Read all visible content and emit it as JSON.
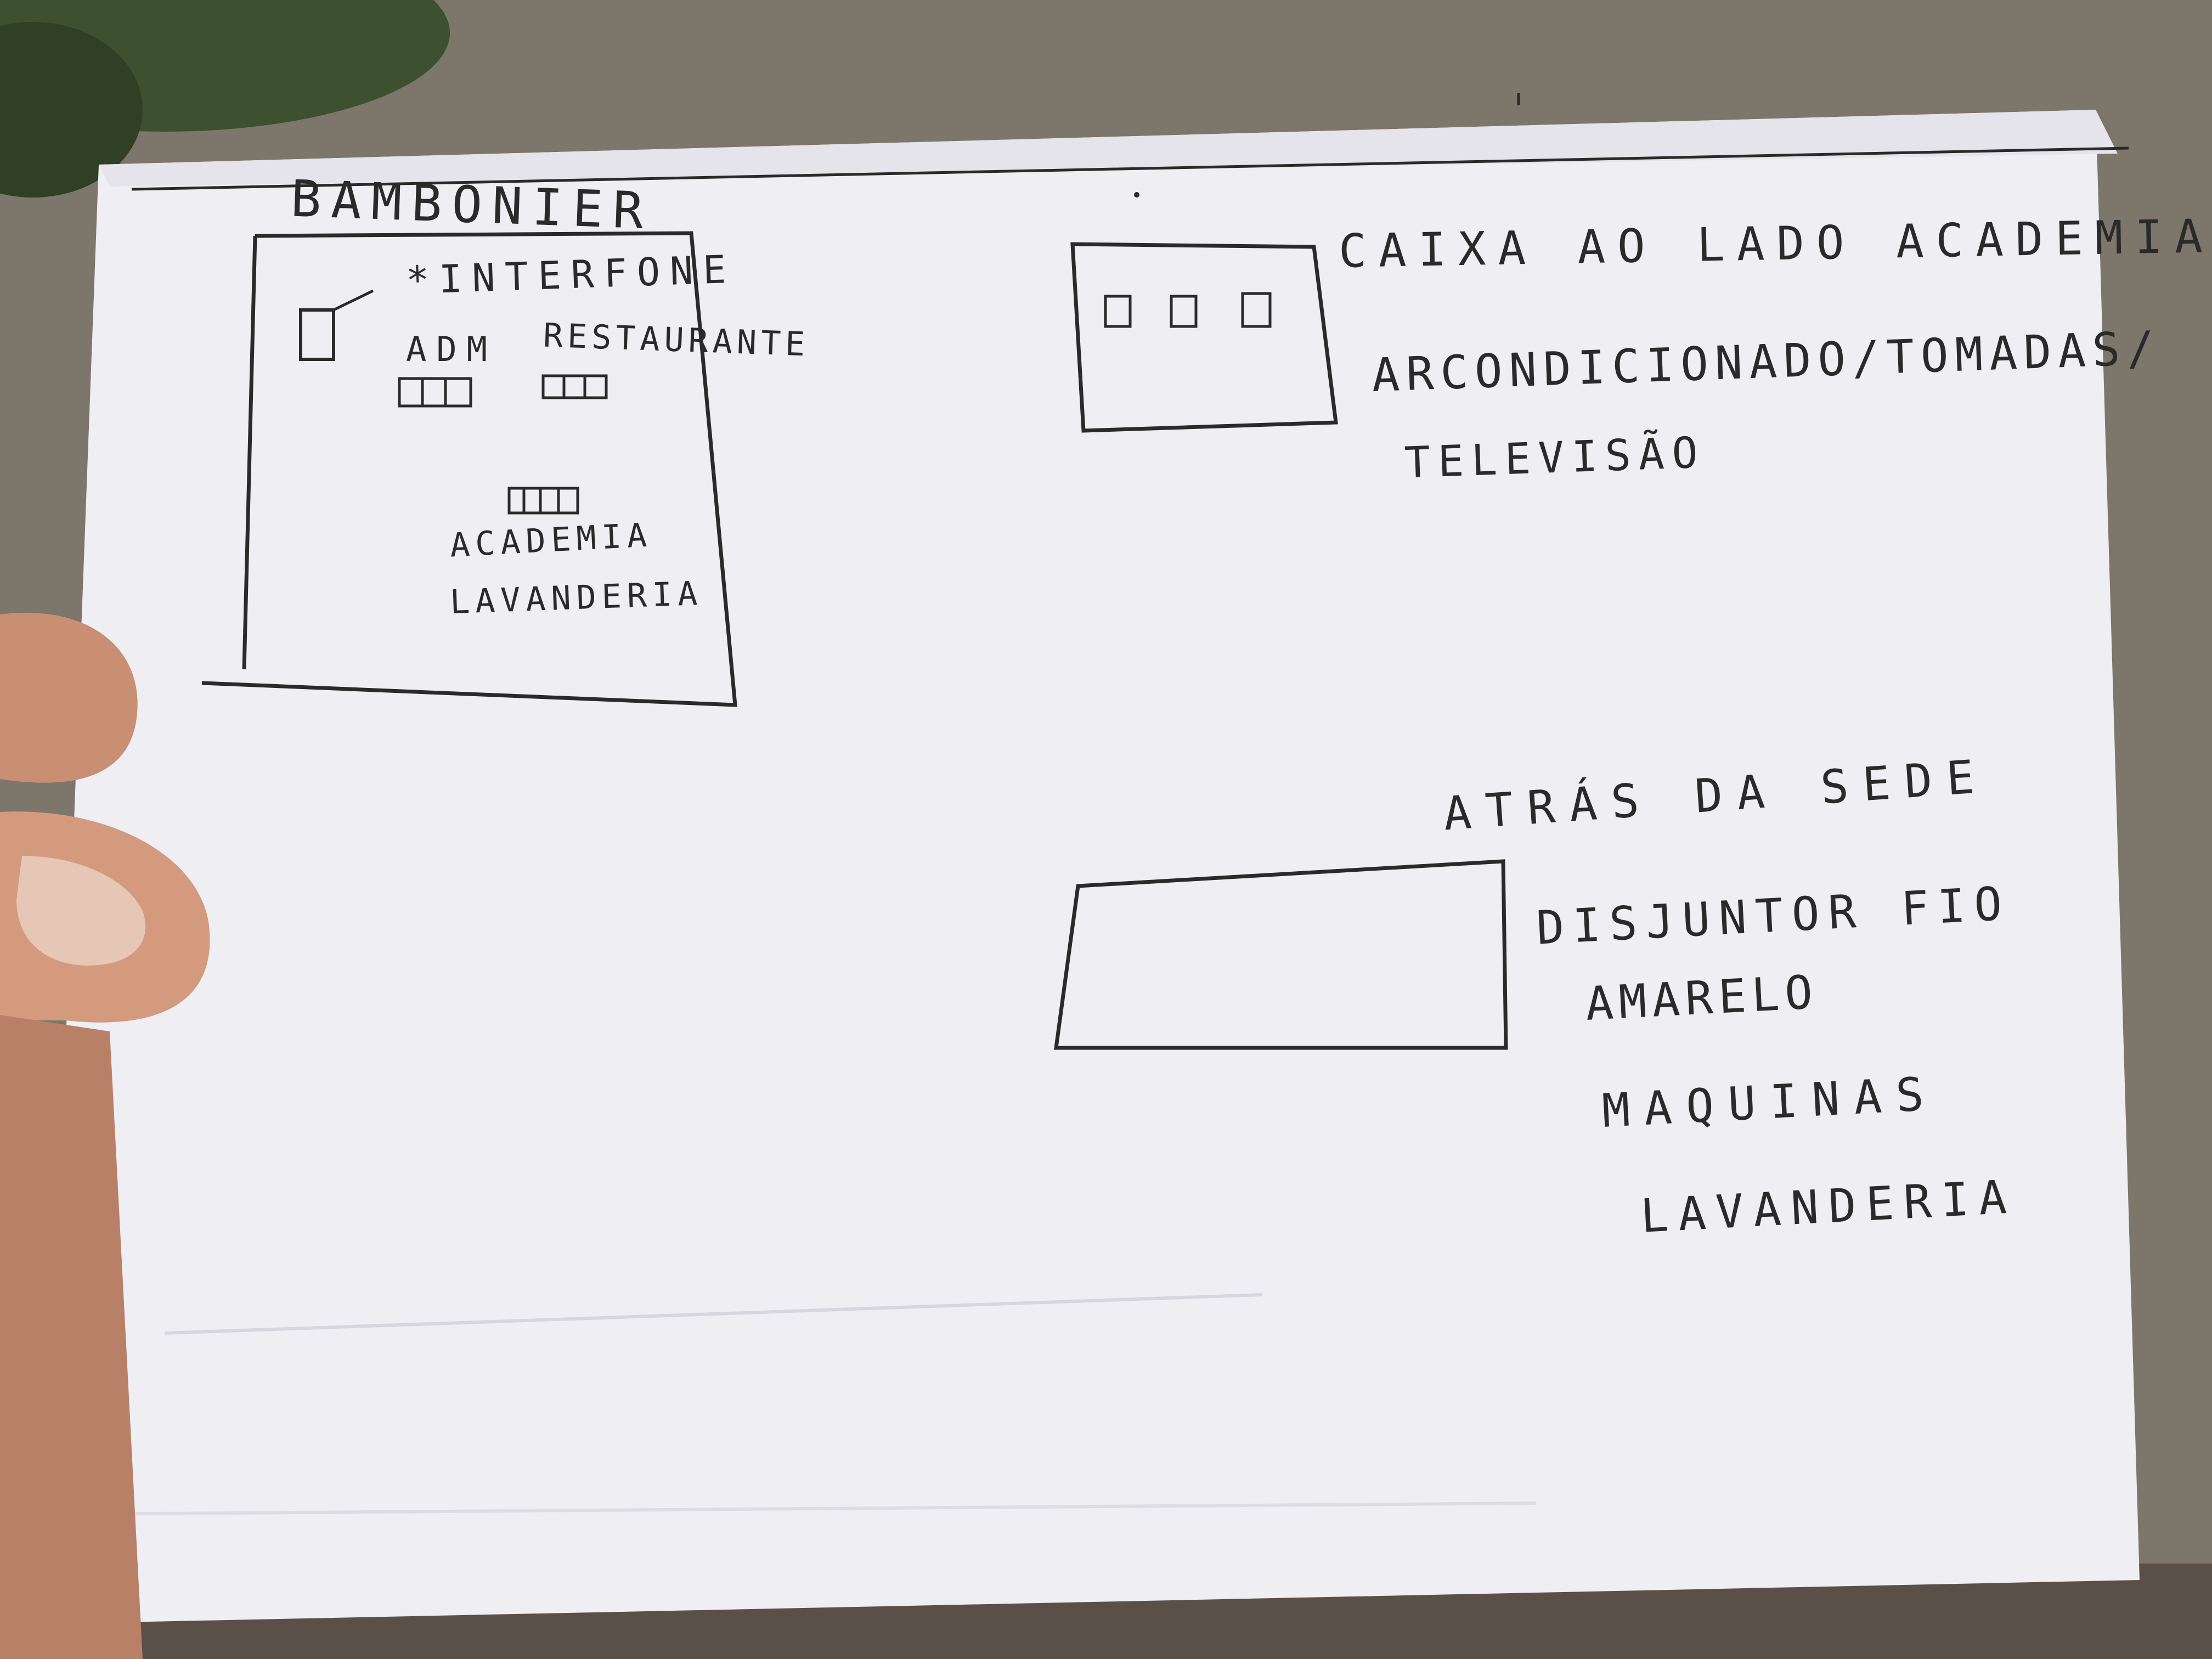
{
  "sketch": {
    "title": "Bambonier",
    "left_sketch": {
      "interfone_label": "*interfone",
      "adm_label": "ADM",
      "restaurante_label": "Restaurante",
      "academia_label": "Academia",
      "lavanderia_label": "Lavanderia"
    },
    "top_right": {
      "caixa_label": "Caixa ao lado academia",
      "arcond_label": "Arcondicionado/tomadas/",
      "televisao_label": "Televisão"
    },
    "bottom_right": {
      "atras_label": "Atrás da sede",
      "disjuntor_label": "Disjuntor fio",
      "amarelo_label": "amarelo",
      "maquinas_label": "Maquinas",
      "lavanderia_label": "Lavanderia"
    }
  },
  "colors": {
    "paper": "#ececf2",
    "ink": "#2a2a2a",
    "foliage": "#3a4a2e",
    "skin": "#d9a88e"
  }
}
